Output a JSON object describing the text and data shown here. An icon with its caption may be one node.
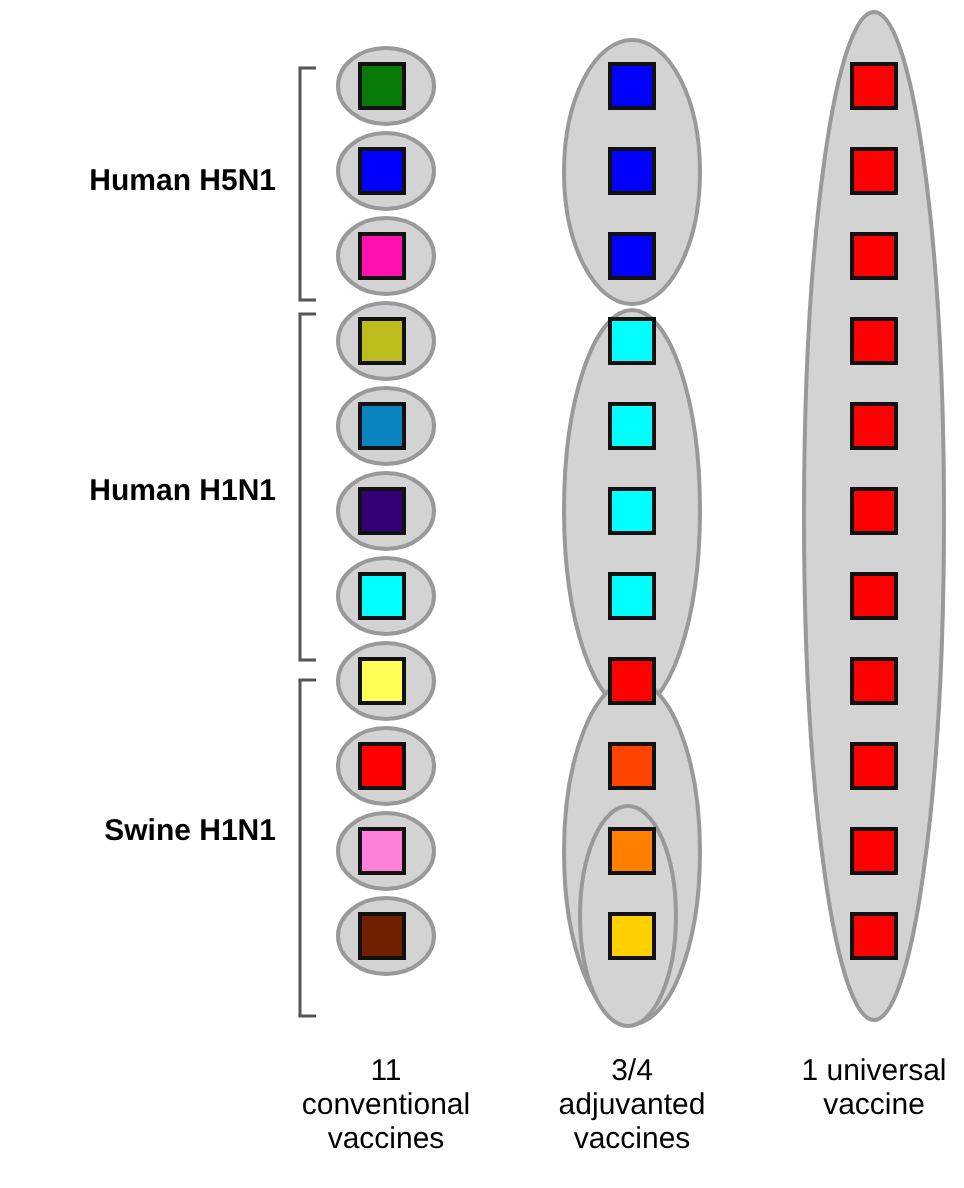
{
  "diagram": {
    "labels": [
      "Human H5N1",
      "Human H1N1",
      "Swine H1N1",
      "11 conventional vaccines",
      "3/4 adjuvanted vaccines",
      "1 universal vaccine"
    ]
  }
}
